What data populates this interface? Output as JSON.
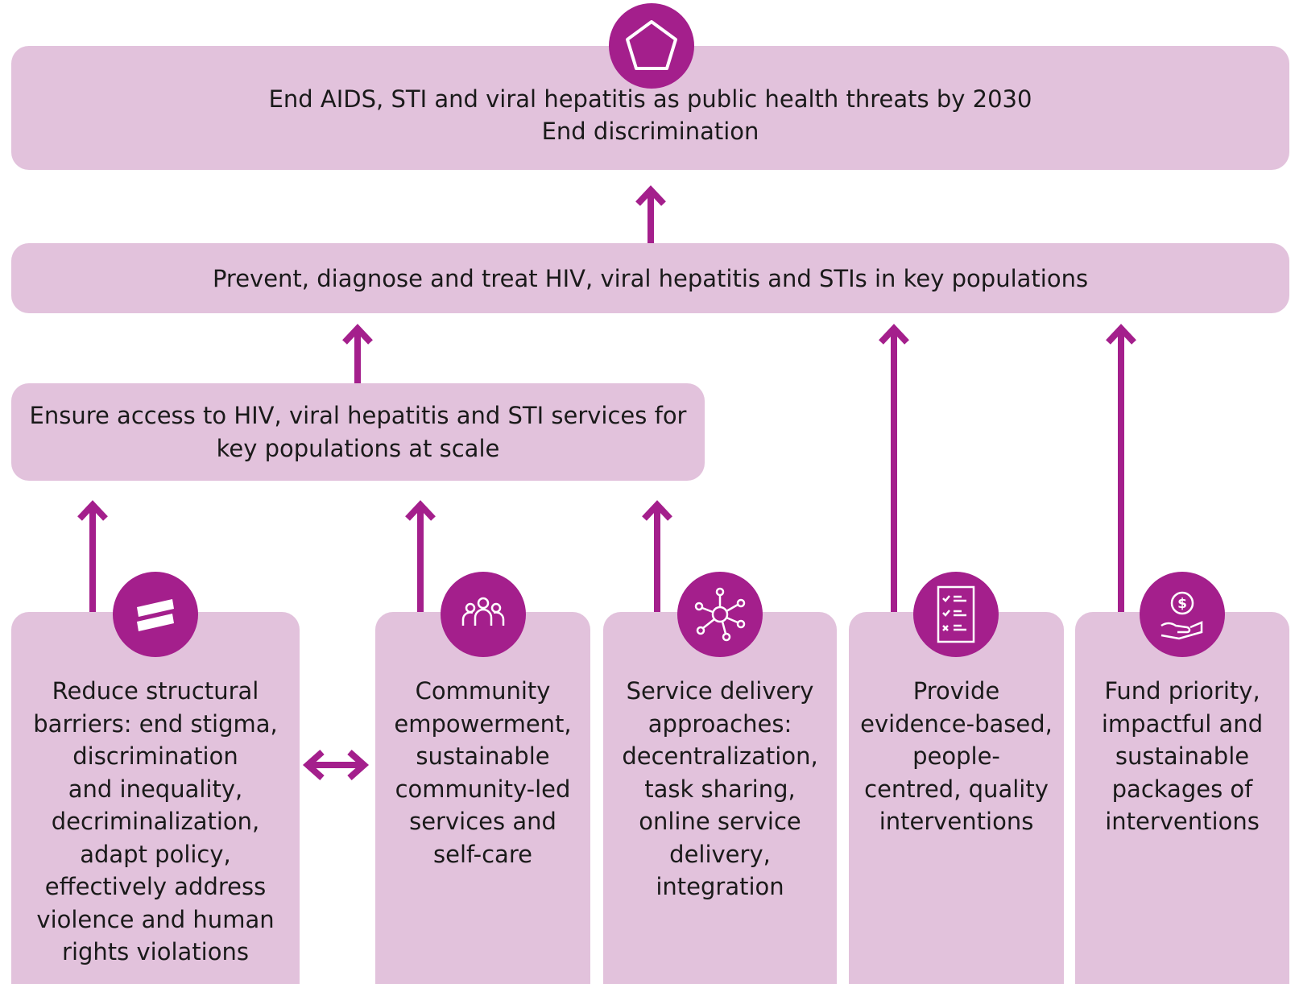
{
  "colors": {
    "box_fill": "#e2c2dc",
    "accent": "#a41f8c"
  },
  "goal": {
    "line1": "End AIDS, STI and viral hepatitis as public health threats by 2030",
    "line2": "End discrimination",
    "icon": "pentagon-icon"
  },
  "outcome": {
    "text": "Prevent, diagnose and treat HIV, viral hepatitis and STIs in key populations"
  },
  "access": {
    "line1": "Ensure access to HIV, viral hepatitis and STI services for",
    "line2": "key populations at scale"
  },
  "pillars": [
    {
      "icon": "equals-icon",
      "lines": [
        "Reduce structural",
        "barriers: end stigma,",
        "discrimination",
        "and inequality,",
        "decriminalization,",
        "adapt policy,",
        "effectively address",
        "violence and human",
        "rights violations"
      ]
    },
    {
      "icon": "community-icon",
      "lines": [
        "Community",
        "empowerment,",
        "sustainable",
        "community-led",
        "services and",
        "self-care"
      ]
    },
    {
      "icon": "network-icon",
      "lines": [
        "Service delivery",
        "approaches:",
        "decentralization,",
        "task sharing,",
        "online service",
        "delivery,",
        "integration"
      ]
    },
    {
      "icon": "checklist-icon",
      "lines": [
        "Provide",
        "evidence-based,",
        "people-",
        "centred, quality",
        "interventions"
      ]
    },
    {
      "icon": "funding-hand-icon",
      "lines": [
        "Fund priority,",
        "impactful and",
        "sustainable",
        "packages of",
        "interventions"
      ]
    }
  ]
}
